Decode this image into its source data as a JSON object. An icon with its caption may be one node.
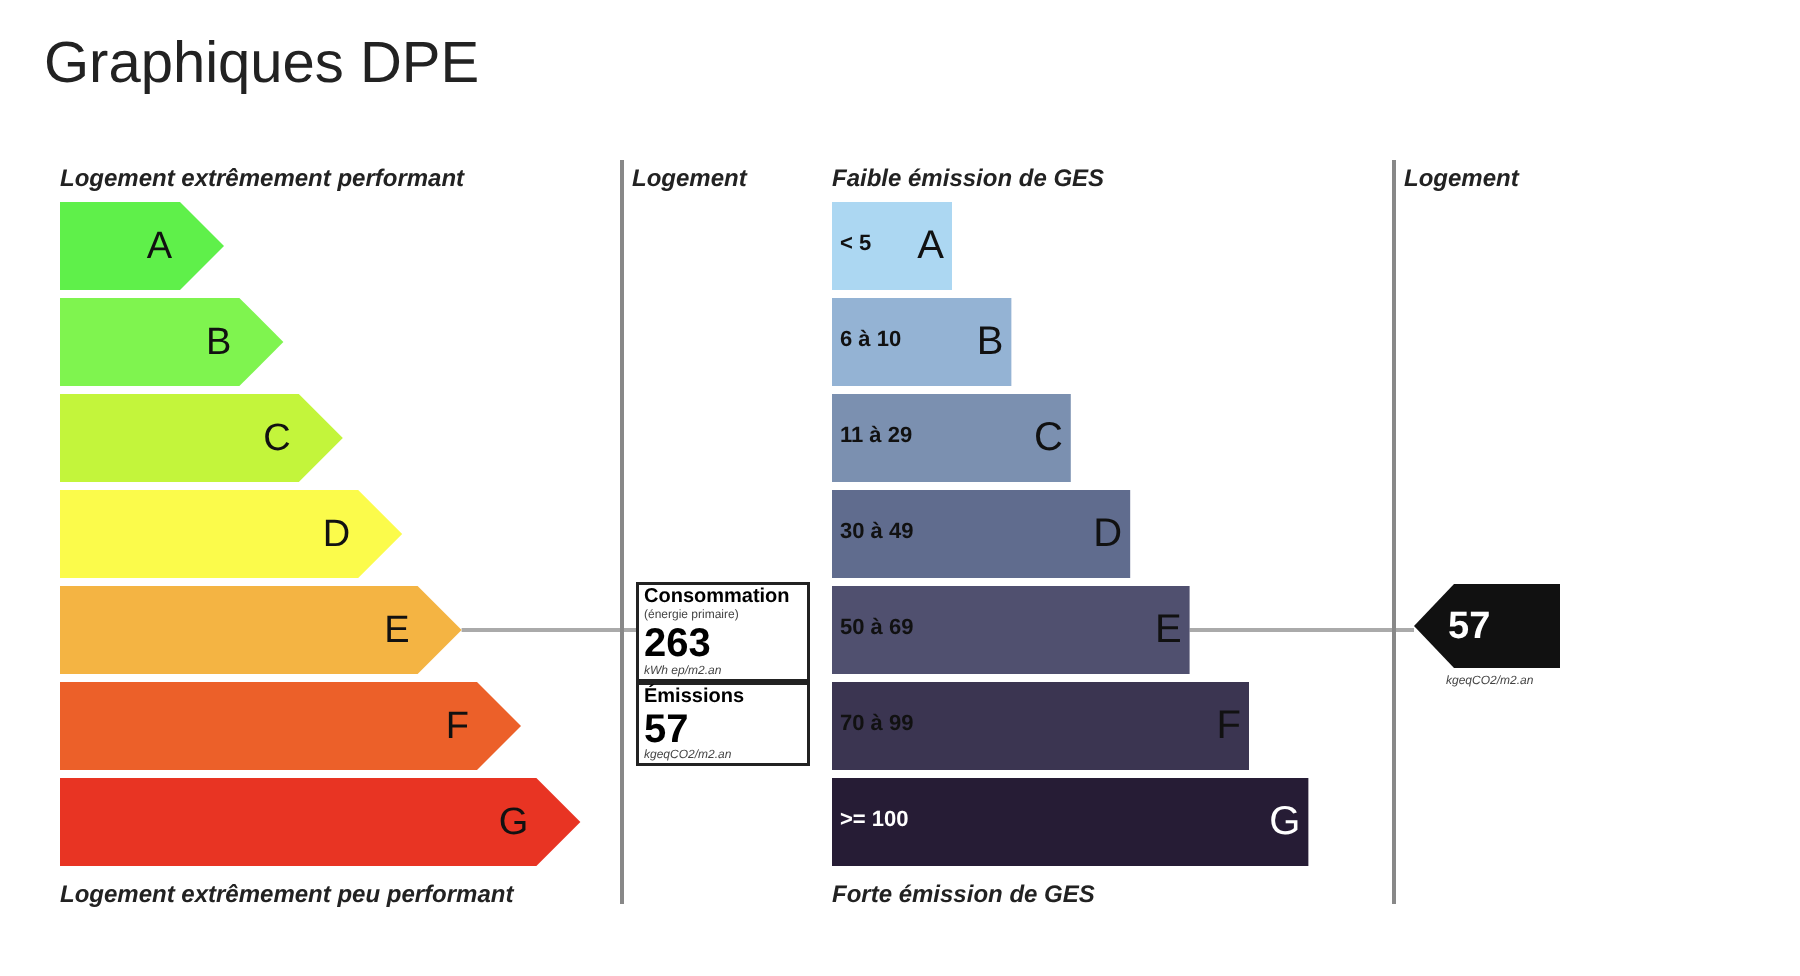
{
  "diagram": {
    "title": "Graphiques DPE",
    "nodes": [
      {
        "text": [
          "A"
        ]
      },
      {
        "text": [
          "B"
        ]
      },
      {
        "text": [
          "C"
        ]
      },
      {
        "text": [
          "D"
        ]
      },
      {
        "text": [
          "E"
        ]
      },
      {
        "text": [
          "F"
        ]
      },
      {
        "text": [
          "G"
        ]
      },
      {
        "text": [
          "Consommation",
          "(énergie primaire)",
          "263",
          "kWh ep/m2.an"
        ]
      },
      {
        "text": [
          "Émissions",
          "57",
          "kgeqCO2/m2.an"
        ]
      },
      {
        "text": [
          "< 5",
          "A"
        ]
      },
      {
        "text": [
          "6 à 10",
          "B"
        ]
      },
      {
        "text": [
          "11 à 29",
          "C"
        ]
      },
      {
        "text": [
          "30 à 49",
          "D"
        ]
      },
      {
        "text": [
          "50 à 69",
          "E"
        ]
      },
      {
        "text": [
          "70 à 99",
          "F"
        ]
      },
      {
        "text": [
          ">= 100",
          "G"
        ]
      },
      {
        "text": [
          "57"
        ],
        "beside": [
          "kgeqCO2/m2.an"
        ]
      }
    ],
    "edges": [
      {
        "from": 4,
        "to": 7,
        "arrow": "none"
      },
      {
        "from": 13,
        "to": 16,
        "arrow": "none"
      }
    ],
    "labels": [
      "Logement extrêmement performant",
      "Logement",
      "Faible émission de GES",
      "Logement",
      "Logement extrêmement peu performant",
      "Forte émission de GES"
    ]
  }
}
